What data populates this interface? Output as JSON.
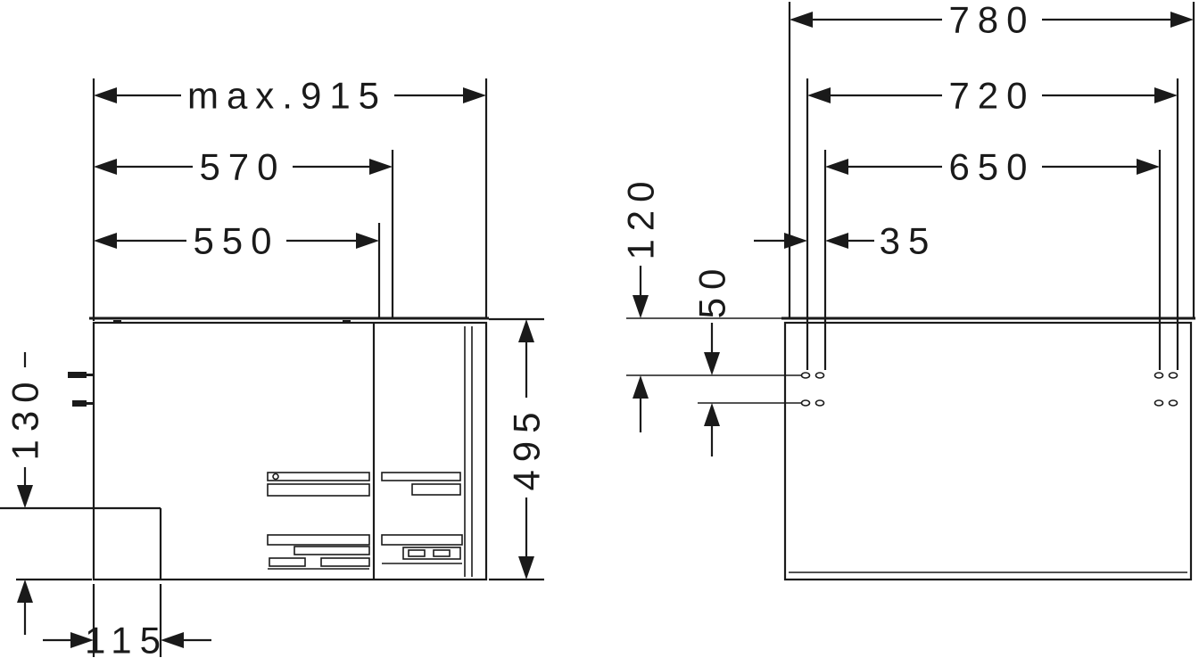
{
  "drawing": {
    "side_view": {
      "max_width": "max.915",
      "width_570": "570",
      "width_550": "550",
      "height_495": "495",
      "height_130": "130",
      "depth_115": "115"
    },
    "front_view": {
      "width_780": "780",
      "width_720": "720",
      "width_650": "650",
      "height_120": "120",
      "height_50": "50",
      "width_35": "35"
    },
    "colors": {
      "line": "#1a1a1a",
      "background": "#ffffff"
    }
  }
}
